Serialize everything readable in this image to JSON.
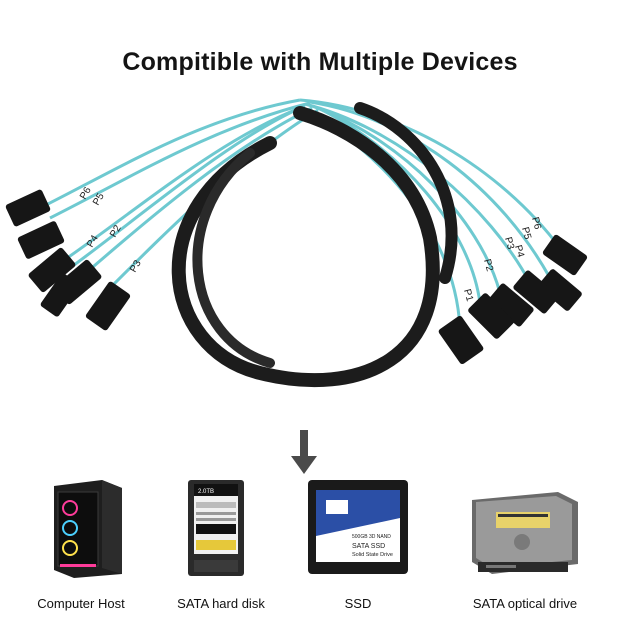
{
  "title": "Compitible with Multiple Devices",
  "port_labels": [
    "P6",
    "P5",
    "P4",
    "P2",
    "P3",
    "P1",
    "P2",
    "P3",
    "P4",
    "P5",
    "P6"
  ],
  "devices": [
    {
      "label": "Computer Host",
      "icon": "pc-tower-icon"
    },
    {
      "label": "SATA hard disk",
      "icon": "hard-disk-icon"
    },
    {
      "label": "SSD",
      "icon": "ssd-icon",
      "text_lines": [
        "500GB 3D NAND",
        "SATA SSD",
        "Solid State Drive"
      ]
    },
    {
      "label": "SATA optical drive",
      "icon": "optical-drive-icon"
    }
  ],
  "hdd_text": "2.0TB",
  "colors": {
    "sleeve": "#1c1c1c",
    "wire": "#6ec9d0",
    "ssd_accent": "#2b4fa6",
    "rgb": "#ff3b9a"
  }
}
